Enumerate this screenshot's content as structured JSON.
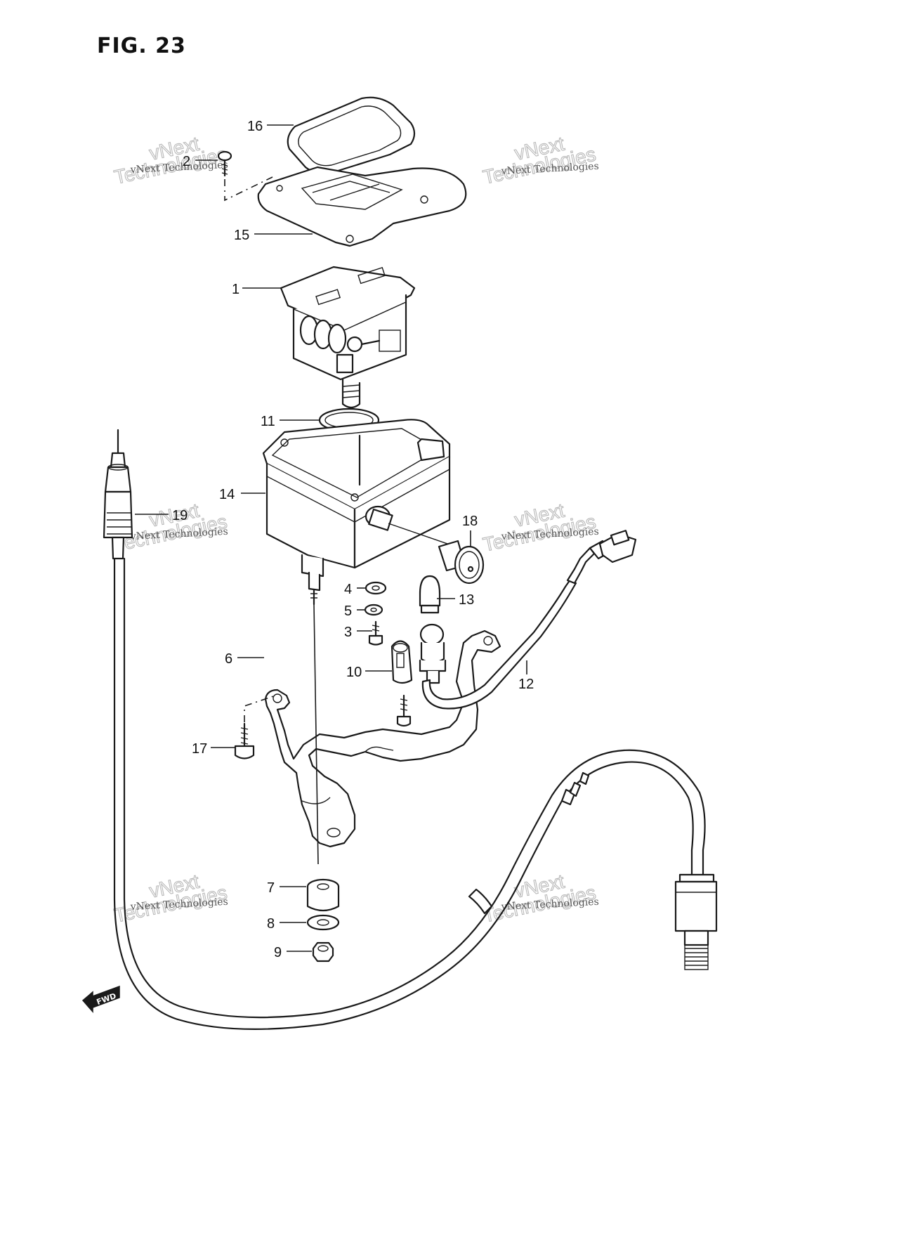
{
  "figure": {
    "title": "FIG. 23"
  },
  "callouts": [
    {
      "id": "c16",
      "number": "16"
    },
    {
      "id": "c2",
      "number": "2"
    },
    {
      "id": "c15",
      "number": "15"
    },
    {
      "id": "c1",
      "number": "1"
    },
    {
      "id": "c11",
      "number": "11"
    },
    {
      "id": "c14",
      "number": "14"
    },
    {
      "id": "c19",
      "number": "19"
    },
    {
      "id": "c18",
      "number": "18"
    },
    {
      "id": "c4",
      "number": "4"
    },
    {
      "id": "c13",
      "number": "13"
    },
    {
      "id": "c5",
      "number": "5"
    },
    {
      "id": "c3",
      "number": "3"
    },
    {
      "id": "c6",
      "number": "6"
    },
    {
      "id": "c10",
      "number": "10"
    },
    {
      "id": "c12",
      "number": "12"
    },
    {
      "id": "c17",
      "number": "17"
    },
    {
      "id": "c7",
      "number": "7"
    },
    {
      "id": "c8",
      "number": "8"
    },
    {
      "id": "c9",
      "number": "9"
    }
  ],
  "watermark": {
    "line1": "vNext",
    "line2": "Technologies",
    "full": "vNext Technologies"
  },
  "direction_marker": {
    "label": "FWD"
  },
  "colors": {
    "ink": "#1a1a1a",
    "watermark": "#b9b9b9",
    "paper": "#ffffff"
  }
}
